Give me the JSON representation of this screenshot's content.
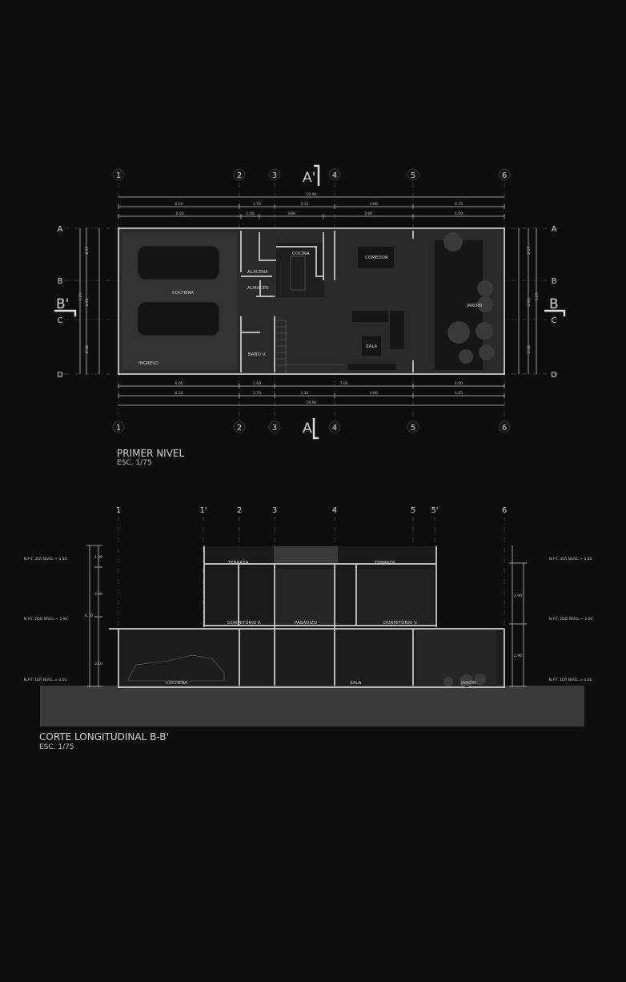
{
  "plan": {
    "title": "PRIMER NIVEL",
    "scale": "ESC. 1/75",
    "grid_columns": [
      "1",
      "2",
      "3",
      "4",
      "5",
      "6"
    ],
    "grid_rows": [
      "A",
      "B",
      "C",
      "D"
    ],
    "section_marks": {
      "top": "A'",
      "bottom": "A",
      "left": "B'",
      "right": "B"
    },
    "dims_top": {
      "total": "19.90",
      "row1": [
        "6.20",
        "1.75",
        "3.15",
        "4.00",
        "4.75"
      ],
      "row2": [
        "6.00",
        "1.00",
        "3.60",
        "3.80",
        "4.50"
      ]
    },
    "dims_bottom": {
      "row1": [
        "6.05",
        "1.60",
        "7.00",
        "4.50"
      ],
      "row2": [
        "6.20",
        "1.75",
        "3.15",
        "4.00",
        "4.75"
      ],
      "total": "19.90"
    },
    "dims_left": [
      "2.57",
      "1.95",
      "2.48",
      "7.20"
    ],
    "dims_right": [
      "2.57",
      "1.95",
      "2.48",
      "7.20"
    ],
    "rooms": {
      "cochera": "COCHERA",
      "ingreso": "INGRESO",
      "alacena": "ALACENA",
      "almacen": "ALMACÉN",
      "cocina": "COCINA",
      "bano": "BAÑO V.",
      "comedor": "COMEDOR",
      "sala": "SALA",
      "jardin": "JARDIN"
    }
  },
  "section": {
    "title": "CORTE LONGITUDINAL B-B'",
    "scale": "ESC. 1/75",
    "grid_columns": [
      "1",
      "1'",
      "2",
      "3",
      "4",
      "5",
      "5'",
      "6"
    ],
    "levels": [
      "N.P.T. 3ER NIVEL + 5.80",
      "N.P.T. 2DO NIVEL + 2.90",
      "N.P.T. 1ER NIVEL ± 0.00"
    ],
    "dims_left": [
      "1.90",
      "3.40",
      "3.10",
      "6.70"
    ],
    "dims_right": [
      "2.90",
      "2.90"
    ],
    "rooms": {
      "terraza_left": "TERRAZA",
      "terraza_right": "TERRAZA",
      "dormitorio_p": "DORMITORIO P.",
      "pasadizo": "PASADIZO",
      "dormitorio_v": "DORMITORIO V.",
      "cochera": "COCHERA",
      "sala": "SALA",
      "jardin": "JARDIN"
    }
  }
}
